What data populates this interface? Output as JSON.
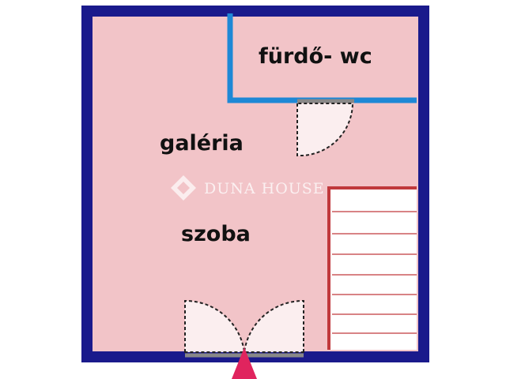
{
  "floor_plan": {
    "rooms": {
      "bathroom": "fürdő- wc",
      "gallery": "galéria",
      "room": "szoba"
    },
    "watermark": "DUNA HOUSE",
    "colors": {
      "room_fill": "#f2c4c8",
      "outer_wall": "#1a1a8c",
      "bathroom_wall": "#1e88d6",
      "stair_outline": "#c0393c",
      "entrance_arrow": "#e0245e"
    }
  }
}
